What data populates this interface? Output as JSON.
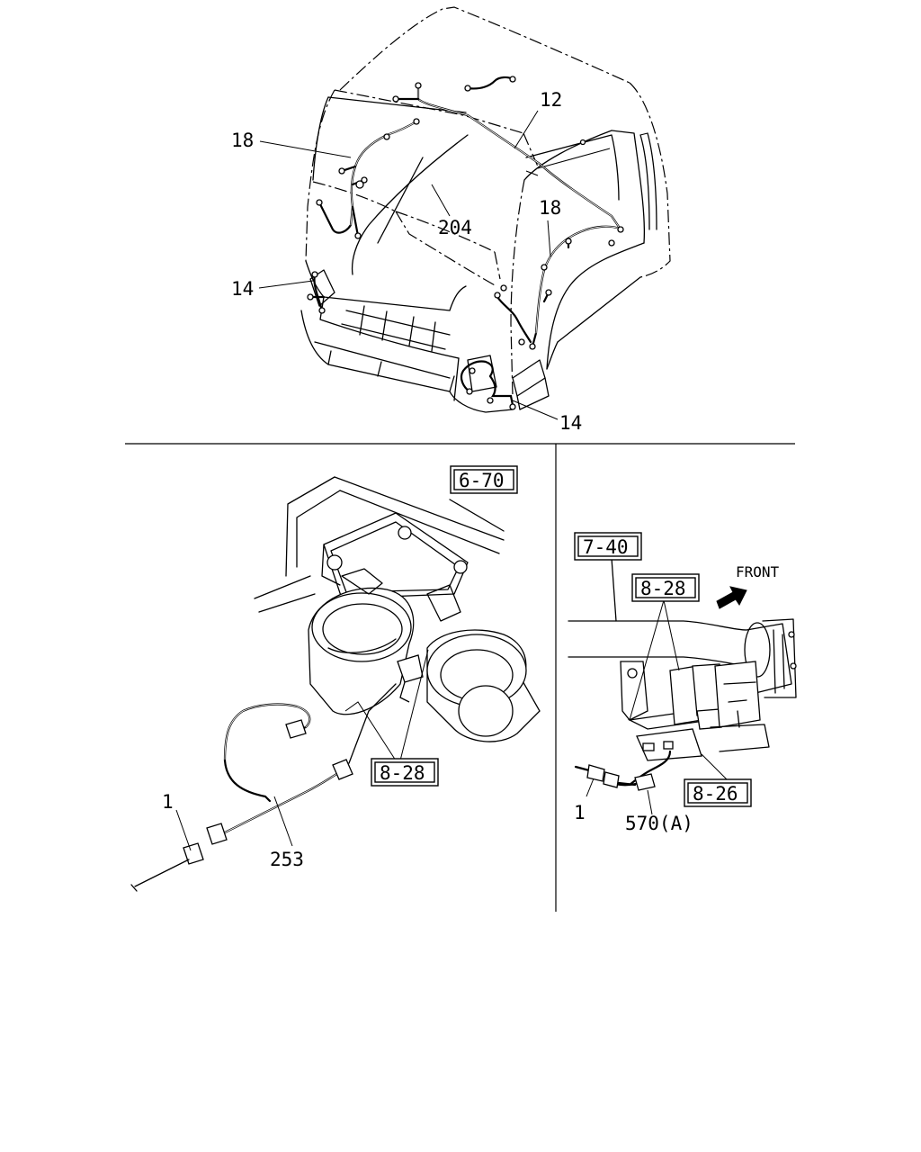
{
  "callouts": {
    "top": [
      "18",
      "12",
      "204",
      "18",
      "14",
      "14"
    ],
    "left": [
      "1",
      "253"
    ],
    "right": [
      "1",
      "570(A)"
    ]
  },
  "ref_boxes": {
    "left": [
      "6-70",
      "8-28"
    ],
    "right": [
      "7-40",
      "8-28",
      "8-26"
    ]
  },
  "direction_label": "FRONT"
}
